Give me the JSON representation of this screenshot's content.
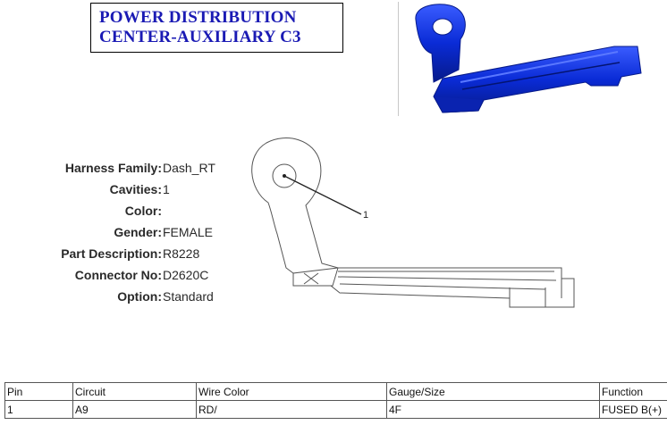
{
  "title": {
    "line1": "POWER DISTRIBUTION",
    "line2": "CENTER-AUXILIARY C3"
  },
  "colors": {
    "title_text": "#1a1ab4",
    "connector_blue": "#0a2bd6"
  },
  "drawing": {
    "pin_label": "1"
  },
  "properties": [
    {
      "label": "Harness Family:",
      "value": "Dash_RT"
    },
    {
      "label": "Cavities:",
      "value": "1"
    },
    {
      "label": "Color:",
      "value": ""
    },
    {
      "label": "Gender:",
      "value": "FEMALE"
    },
    {
      "label": "Part Description:",
      "value": "R8228"
    },
    {
      "label": "Connector No:",
      "value": "D2620C"
    },
    {
      "label": "Option:",
      "value": "Standard"
    }
  ],
  "table": {
    "headers": [
      "Pin",
      "Circuit",
      "Wire Color",
      "Gauge/Size",
      "Function"
    ],
    "rows": [
      [
        "1",
        "A9",
        "RD/",
        "4F",
        "FUSED B(+)"
      ]
    ]
  }
}
